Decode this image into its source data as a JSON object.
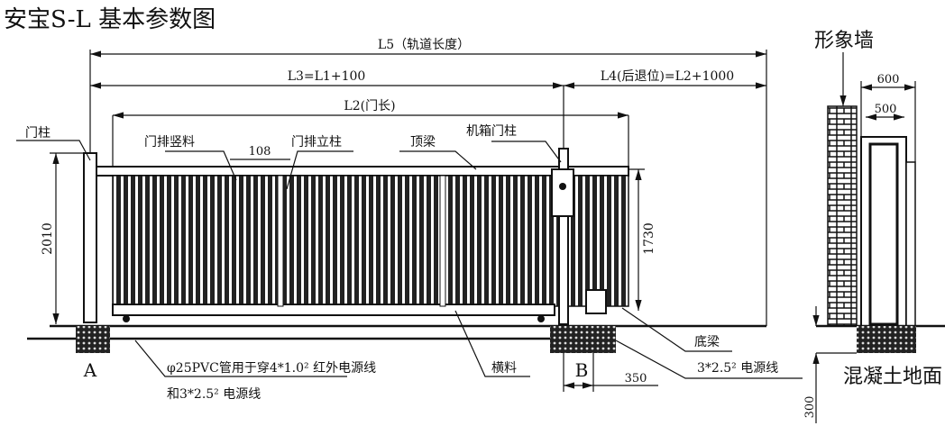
{
  "title": "安宝S-L 基本参数图",
  "dimensions": {
    "l5": "L5（轨道长度）",
    "l3": "L3=L1+100",
    "l4": "L4(后退位)=L2+1000",
    "l2": "L2(门长)",
    "bar_spacing": "108",
    "height_post": "2010",
    "height_gate": "1730",
    "offset_b": "350",
    "wall_600": "600",
    "wall_500": "500",
    "depth_300": "300"
  },
  "labels": {
    "gate_post": "门柱",
    "vertical_bars": "门排竖料",
    "gate_upright": "门排立柱",
    "top_beam": "顶梁",
    "machine_post": "机箱门柱",
    "cross_bar": "横料",
    "bottom_beam": "底梁",
    "power_line_b": "3*2.5² 电源线",
    "pvc_line1": "φ25PVC管用于穿4*1.0² 红外电源线",
    "pvc_line2": "和3*2.5² 电源线",
    "point_a": "A",
    "point_b": "B",
    "image_wall": "形象墙",
    "concrete_ground": "混凝土地面"
  }
}
